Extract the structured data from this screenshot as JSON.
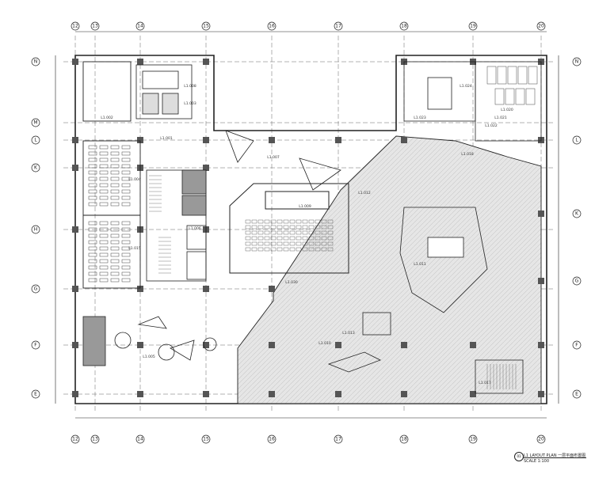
{
  "grid_columns": [
    "12",
    "13",
    "14",
    "15",
    "16",
    "17",
    "18",
    "19",
    "20"
  ],
  "grid_rows": [
    "N",
    "M",
    "L",
    "K",
    "H",
    "G",
    "F",
    "E"
  ],
  "rooms": {
    "hall": "L1.001",
    "office_left": "L1.002",
    "lift_lobby": "L1.003",
    "stair_a": "L1.004",
    "meeting_a": "L1.005",
    "stair_b": "L1.006",
    "atrium": "L1.007",
    "elevator": "L1.008",
    "exhibit_a": "L1.010",
    "exhibit_b": "L1.011",
    "exhibit_c": "L1.012",
    "exhibit_d": "L1.013",
    "lecture": "L1.015",
    "service": "L1.017",
    "restroom": "L1.018",
    "wc_a": "L1.020",
    "wc_b": "L1.021",
    "wc_c": "L1.022",
    "stair_c": "L1.023",
    "office_right": "L1.024",
    "theatre": "L1.030",
    "room_b": "L1.009"
  },
  "title": {
    "mark": "01",
    "main": "L1 LAYOUT PLAN  一层平面布置图",
    "scale": "SCALE 1:100"
  },
  "colors": {
    "line": "#222222",
    "grid": "#666666",
    "hatch": "#c8c8c8",
    "fill_dark": "#555555"
  }
}
